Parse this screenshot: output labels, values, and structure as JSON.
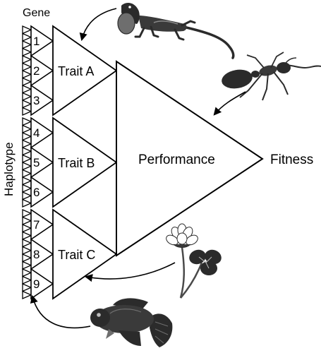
{
  "diagram": {
    "gene_heading": "Gene",
    "axis_label": "Haplotype",
    "genes": [
      "1",
      "2",
      "3",
      "4",
      "5",
      "6",
      "7",
      "8",
      "9"
    ],
    "traits": [
      "Trait A",
      "Trait B",
      "Trait C"
    ],
    "performance_label": "Performance",
    "fitness_label": "Fitness"
  },
  "illustrations": {
    "top": "lizard-icon",
    "right_upper": "ant-icon",
    "right_lower": "clover-icon",
    "bottom": "fish-icon"
  },
  "colors": {
    "line": "#000000",
    "background": "#ffffff",
    "animal_dark": "#2b2b2b",
    "animal_mid": "#6e6e6e",
    "animal_light": "#bdbdbd"
  }
}
